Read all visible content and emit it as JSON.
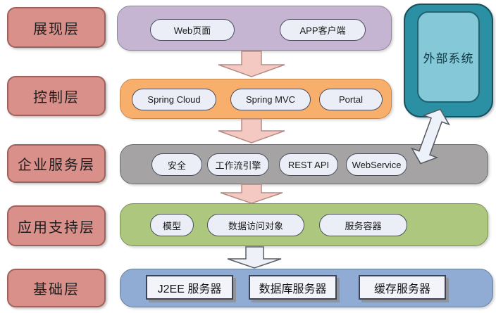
{
  "diagram": {
    "layers": [
      {
        "label": "展现层",
        "items": [
          "Web页面",
          "APP客户端"
        ]
      },
      {
        "label": "控制层",
        "items": [
          "Spring Cloud",
          "Spring MVC",
          "Portal"
        ]
      },
      {
        "label": "企业服务层",
        "items": [
          "安全",
          "工作流引擎",
          "REST API",
          "WebService"
        ]
      },
      {
        "label": "应用支持层",
        "items": [
          "模型",
          "数据访问对象",
          "服务容器"
        ]
      },
      {
        "label": "基础层",
        "items": [
          "J2EE 服务器",
          "数据库服务器",
          "缓存服务器"
        ]
      }
    ],
    "external_system_label": "外部系统",
    "colors": {
      "layer_label_fill": "#D9908A",
      "presentation_fill": "#C5B4D2",
      "control_fill": "#F8AF6C",
      "enterprise_fill": "#A6A3A4",
      "support_fill": "#ADC77E",
      "base_fill": "#90ACD4",
      "item_pill_fill": "#EBEEF7",
      "external_outer_fill": "#2B90A4",
      "external_inner_fill": "#85C9D9",
      "flow_arrow_fill": "#F3C9C2",
      "light_arrow_fill": "#EEF2F8"
    }
  }
}
